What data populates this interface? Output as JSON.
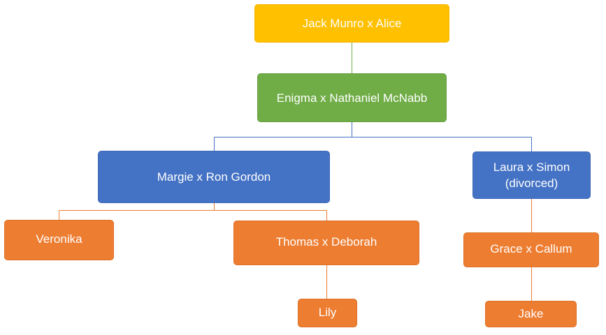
{
  "family_tree": {
    "generation_1": {
      "couple": "Jack Munro x Alice"
    },
    "generation_2": {
      "couple": "Enigma x Nathaniel McNabb"
    },
    "generation_3": [
      {
        "couple": "Margie x Ron Gordon"
      },
      {
        "couple": "Laura x Simon\n(divorced)"
      }
    ],
    "generation_4": [
      {
        "name": "Veronika"
      },
      {
        "couple": "Thomas x Deborah"
      },
      {
        "couple": "Grace x Callum"
      }
    ],
    "generation_5": [
      {
        "name": "Lily"
      },
      {
        "name": "Jake"
      }
    ]
  },
  "colors": {
    "generation_1": "#ffc000",
    "generation_2": "#70ad47",
    "generation_3": "#4472c4",
    "generation_4_5": "#ed7d31",
    "connector_green": "#70ad47",
    "connector_blue": "#4472c4",
    "connector_orange": "#ed7d31"
  }
}
